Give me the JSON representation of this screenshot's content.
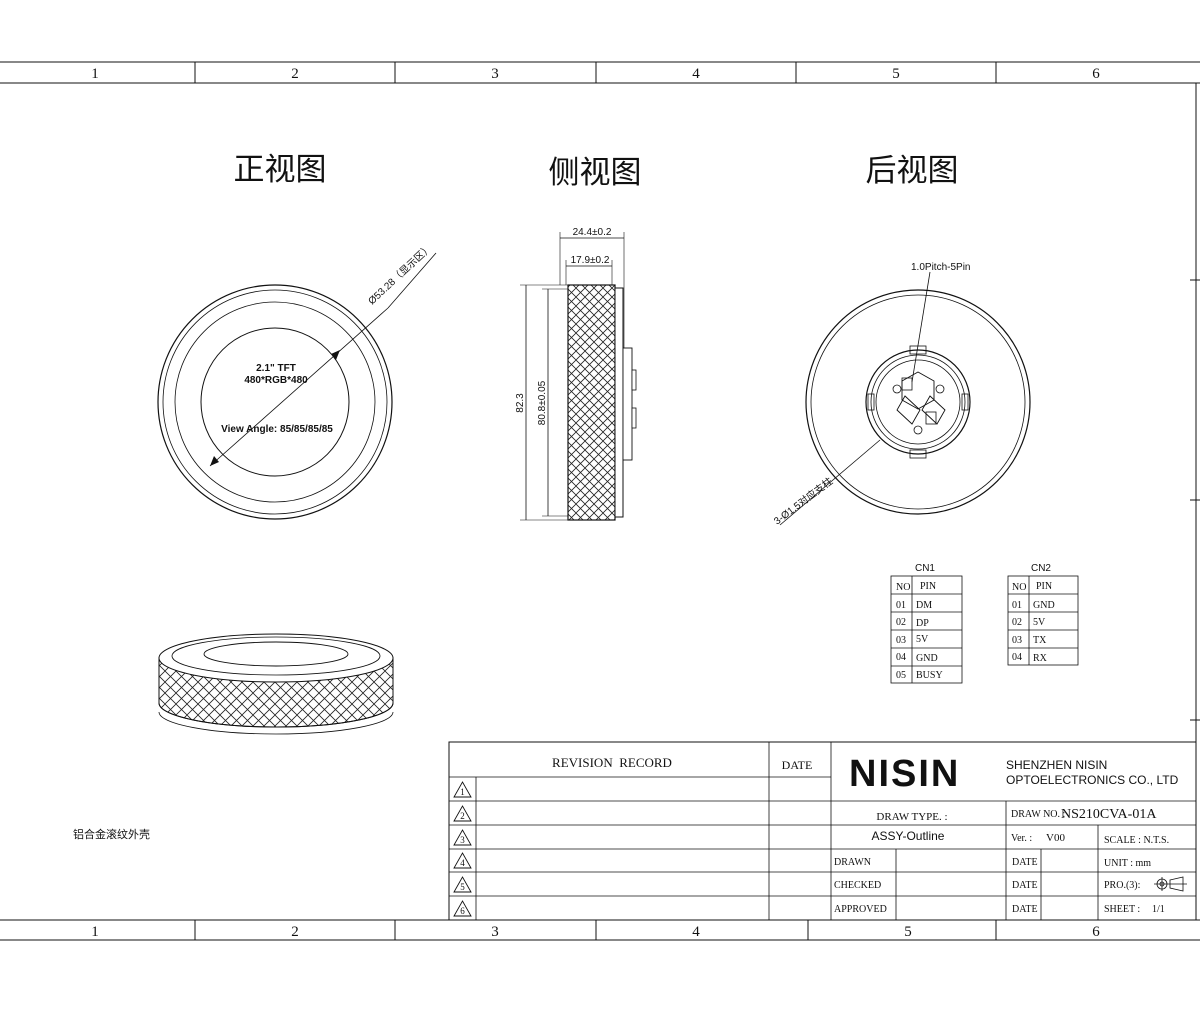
{
  "zones": {
    "top": [
      "1",
      "2",
      "3",
      "4",
      "5",
      "6"
    ],
    "bottom": [
      "1",
      "2",
      "3",
      "4",
      "5",
      "6"
    ]
  },
  "views": {
    "front": "正视图",
    "side": "侧视图",
    "rear": "后视图"
  },
  "front": {
    "diameter_label": "Ø53.28（显示区）",
    "spec_line1": "2.1\" TFT",
    "spec_line2": "480*RGB*480",
    "view_angle": "View Angle: 85/85/85/85"
  },
  "side": {
    "dim_width": "24.4±0.2",
    "dim_depth": "17.9±0.2",
    "dim_outer": "82.3",
    "dim_inner": "80.8±0.05"
  },
  "rear": {
    "pitch_label": "1.0Pitch-5Pin",
    "holes_label": "3-Ø1.5对应支柱"
  },
  "iso_caption": "铝合金滚纹外壳",
  "cn1": {
    "title": "CN1",
    "header": [
      "NO",
      "PIN"
    ],
    "rows": [
      [
        "01",
        "DM"
      ],
      [
        "02",
        "DP"
      ],
      [
        "03",
        "5V"
      ],
      [
        "04",
        "GND"
      ],
      [
        "05",
        "BUSY"
      ]
    ]
  },
  "cn2": {
    "title": "CN2",
    "header": [
      "NO",
      "PIN"
    ],
    "rows": [
      [
        "01",
        "GND"
      ],
      [
        "02",
        "5V"
      ],
      [
        "03",
        "TX"
      ],
      [
        "04",
        "RX"
      ]
    ]
  },
  "title_block": {
    "revision_record": "REVISION  RECORD",
    "date": "DATE",
    "revisions": [
      "1",
      "2",
      "3",
      "4",
      "5",
      "6"
    ],
    "logo": "NISIN",
    "company_line1": "SHENZHEN NISIN",
    "company_line2": "OPTOELECTRONICS CO., LTD",
    "draw_type_label": "DRAW TYPE. :",
    "draw_type_value": "ASSY-Outline",
    "draw_no_label": "DRAW NO. :",
    "draw_no_value": "NS210CVA-01A",
    "ver_label": "Ver. :",
    "ver_value": "V00",
    "scale": "SCALE : N.T.S.",
    "drawn": "DRAWN",
    "checked": "CHECKED",
    "approved": "APPROVED",
    "date_label": "DATE",
    "unit": "UNIT : mm",
    "projection": "PRO.(3):",
    "sheet_label": "SHEET :",
    "sheet_value": "1/1"
  },
  "colors": {
    "line": "#111111",
    "background": "#ffffff"
  }
}
